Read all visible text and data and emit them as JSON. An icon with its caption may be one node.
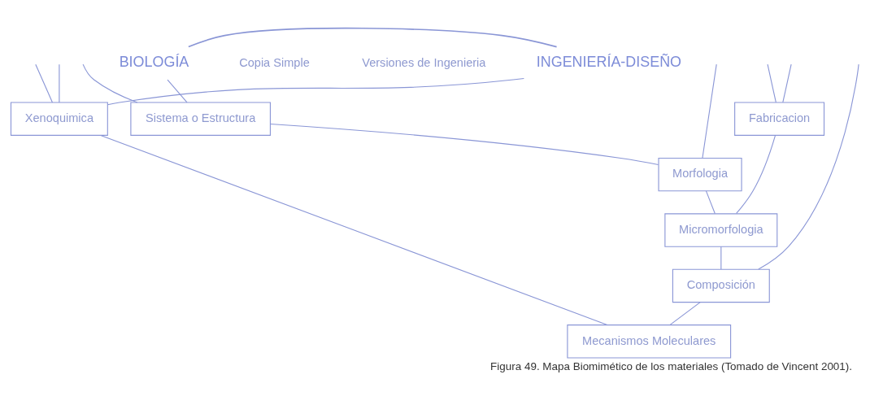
{
  "diagram": {
    "caption": "Figura 49. Mapa Biomimético de los materiales (Tomado de Vincent 2001).",
    "nodes": [
      {
        "text": [
          "BIOLOGÍA"
        ]
      },
      {
        "text": [
          "INGENIERÍA-DISEÑO"
        ]
      },
      {
        "text": [
          "Sistema o Estructura"
        ]
      },
      {
        "text": [
          "Fabricacion"
        ]
      },
      {
        "text": [
          "Xenoquimica"
        ]
      },
      {
        "text": [
          "Morfologia"
        ]
      },
      {
        "text": [
          "Micromorfologia"
        ]
      },
      {
        "text": [
          "Composición"
        ]
      },
      {
        "text": [
          "Mecanismos Moleculares"
        ]
      }
    ],
    "edges": [
      {
        "from": 0,
        "to": 1,
        "arrow": "none"
      },
      {
        "from": 0,
        "to": 2,
        "arrow": "none"
      },
      {
        "from": null,
        "to": 2,
        "arrow": "none"
      },
      {
        "from": 2,
        "to": 5,
        "arrow": "none"
      },
      {
        "from": null,
        "to": 5,
        "arrow": "none"
      },
      {
        "from": null,
        "to": 3,
        "arrow": "none"
      },
      {
        "from": null,
        "to": 3,
        "arrow": "none"
      },
      {
        "from": 3,
        "to": 6,
        "arrow": "none"
      },
      {
        "from": 5,
        "to": 6,
        "arrow": "none"
      },
      {
        "from": 6,
        "to": 7,
        "arrow": "none"
      },
      {
        "from": null,
        "to": 7,
        "arrow": "none"
      },
      {
        "from": 7,
        "to": 8,
        "arrow": "none"
      },
      {
        "from": null,
        "to": 4,
        "arrow": "none"
      },
      {
        "from": null,
        "to": 4,
        "arrow": "none"
      },
      {
        "from": 1,
        "to": 4,
        "arrow": "none"
      },
      {
        "from": 4,
        "to": 8,
        "arrow": "none"
      }
    ],
    "labels": [
      "Copia Simple",
      "Versiones de Ingenieria"
    ]
  }
}
